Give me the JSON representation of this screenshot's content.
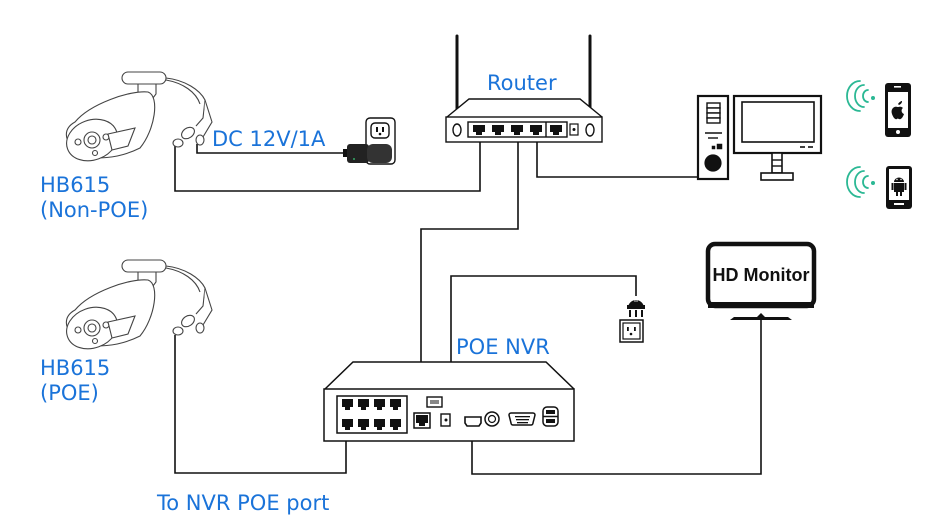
{
  "diagram": {
    "title": "Network Connection Diagram",
    "label_color": "#1a73d9",
    "wifi_color": "#2bb894",
    "line_color": "#111111"
  },
  "labels": {
    "router": "Router",
    "dc_power": "DC 12V/1A",
    "camera_non_poe_model": "HB615",
    "camera_non_poe_type": "(Non-POE)",
    "camera_poe_model": "HB615",
    "camera_poe_type": "(POE)",
    "poe_nvr": "POE NVR",
    "to_nvr_poe_port": "To NVR POE port",
    "hd_monitor": "HD Monitor"
  },
  "devices": [
    {
      "id": "camera-non-poe",
      "name": "HB615 Non-POE bullet camera"
    },
    {
      "id": "camera-poe",
      "name": "HB615 POE bullet camera"
    },
    {
      "id": "power-adapter",
      "name": "DC 12V/1A adapter in wall outlet"
    },
    {
      "id": "router",
      "name": "Wireless router",
      "lan_ports": 4,
      "wan_ports": 1
    },
    {
      "id": "desktop-pc",
      "name": "Desktop computer"
    },
    {
      "id": "iphone",
      "name": "iOS phone"
    },
    {
      "id": "android",
      "name": "Android phone"
    },
    {
      "id": "poe-nvr",
      "name": "POE NVR",
      "poe_ports": 8
    },
    {
      "id": "nvr-power",
      "name": "Power plug and wall outlet"
    },
    {
      "id": "hd-monitor",
      "name": "HD Monitor"
    }
  ],
  "connections": [
    {
      "from": "camera-non-poe",
      "to": "router",
      "type": "ethernet"
    },
    {
      "from": "camera-non-poe",
      "to": "power-adapter",
      "type": "dc-power"
    },
    {
      "from": "router",
      "to": "poe-nvr",
      "type": "ethernet"
    },
    {
      "from": "router",
      "to": "desktop-pc",
      "type": "ethernet"
    },
    {
      "from": "camera-poe",
      "to": "poe-nvr",
      "type": "poe-ethernet"
    },
    {
      "from": "poe-nvr",
      "to": "nvr-power",
      "type": "power"
    },
    {
      "from": "poe-nvr",
      "to": "hd-monitor",
      "type": "hdmi"
    },
    {
      "from": "router",
      "to": "iphone",
      "type": "wifi"
    },
    {
      "from": "router",
      "to": "android",
      "type": "wifi"
    }
  ]
}
